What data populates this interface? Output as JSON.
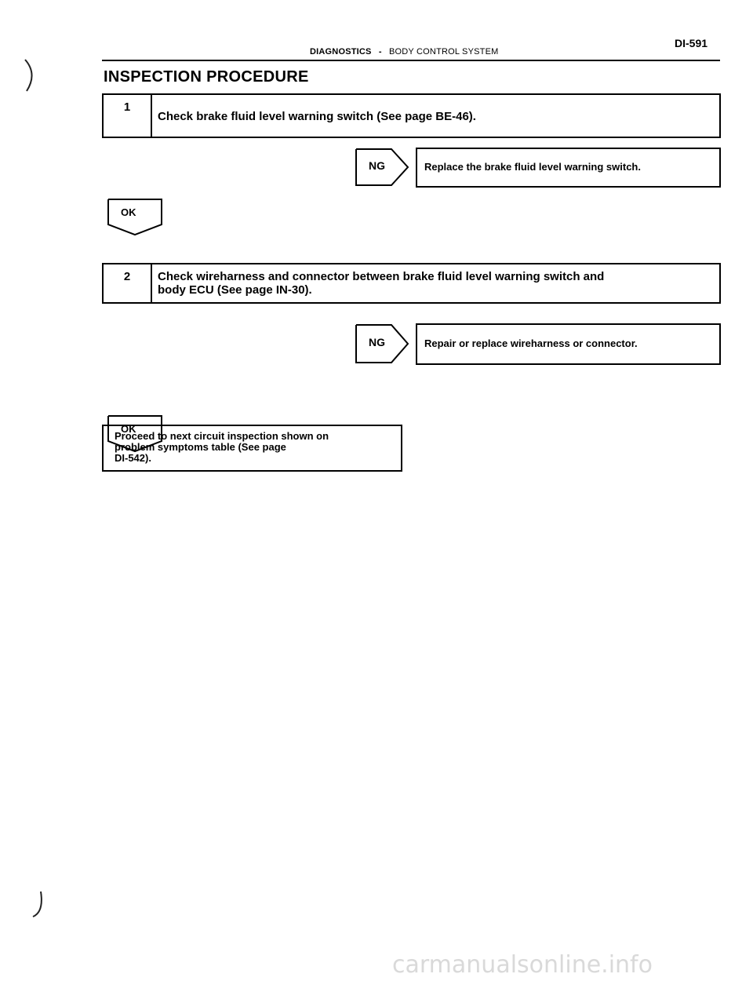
{
  "header": {
    "section": "DIAGNOSTICS",
    "separator": "-",
    "subsection": "BODY CONTROL SYSTEM",
    "page_number": "DI-591"
  },
  "title": "INSPECTION PROCEDURE",
  "steps": [
    {
      "number": "1",
      "text": "Check brake fluid level warning switch (See page BE-46).",
      "ng_label": "NG",
      "ng_action": "Replace the brake fluid level warning switch.",
      "ok_label": "OK"
    },
    {
      "number": "2",
      "text_line1": "Check wireharness and connector between brake fluid level warning switch and",
      "text_line2": "body ECU (See page IN-30).",
      "ng_label": "NG",
      "ng_action": "Repair or replace wireharness or connector.",
      "ok_label": "OK"
    }
  ],
  "final": {
    "line1": "Proceed to next circuit inspection shown on",
    "line2": "problem symptoms table (See page",
    "line3": "DI-542)."
  },
  "watermark": "carmanualsonline.info"
}
